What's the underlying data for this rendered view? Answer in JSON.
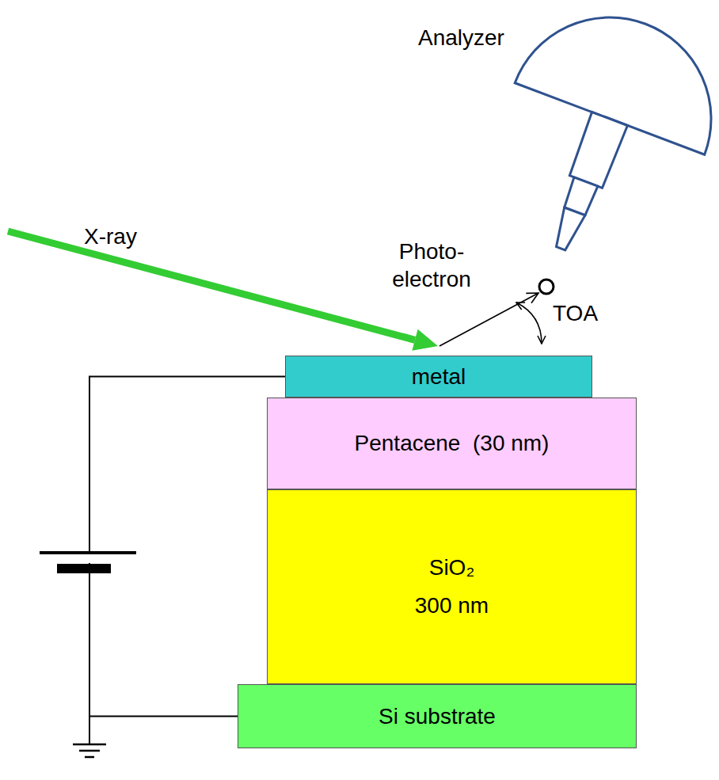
{
  "diagram": {
    "nodes": [
      {
        "text": [
          "metal"
        ]
      },
      {
        "text": [
          "Pentacene  (30 nm)"
        ]
      },
      {
        "text": [
          "SiO₂",
          "300 nm"
        ]
      },
      {
        "text": [
          "Si substrate"
        ]
      }
    ],
    "edges": [
      {
        "from": 0,
        "to": 3,
        "arrow": "none"
      }
    ],
    "labels": [
      "Analyzer",
      "X-ray",
      "Photo- electron",
      "TOA"
    ]
  }
}
